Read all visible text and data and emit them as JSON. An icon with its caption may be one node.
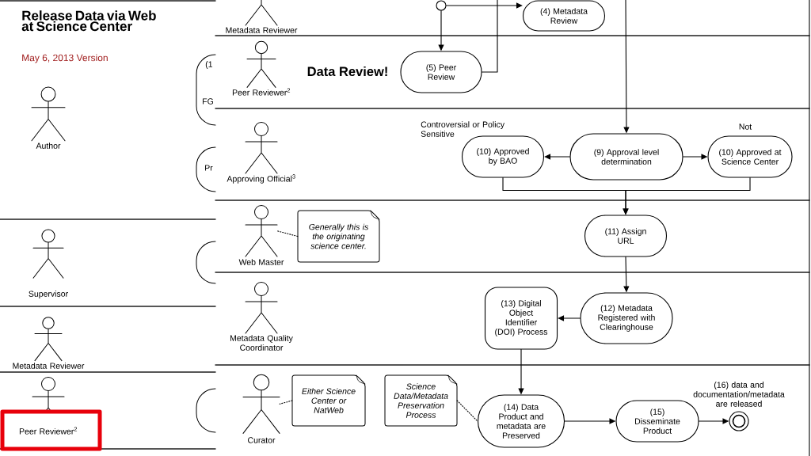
{
  "diagram": {
    "title": "Release Data via Web at Science Center",
    "nodes": [
      {
        "text": [
          "Metadata Reviewer"
        ]
      },
      {
        "text": [],
        "shape": "circle"
      },
      {
        "text": [
          "(4) Metadata Review"
        ]
      },
      {
        "text": [
          "(1",
          "FG"
        ]
      },
      {
        "text": [
          "Peer Reviewer$^{2}$"
        ]
      },
      {
        "text": [
          "(5) Peer Review"
        ]
      },
      {
        "text": [
          "Author"
        ]
      },
      {
        "text": [
          "Pr"
        ]
      },
      {
        "text": [
          "Approving Official$^{3}$"
        ]
      },
      {
        "text": [
          "(10) Approved by BAO"
        ]
      },
      {
        "text": [
          "(9) Approval level determination"
        ]
      },
      {
        "text": [
          "(10) Approved at Science Center"
        ]
      },
      {
        "text": [
          "Web Master"
        ]
      },
      {
        "text": [
          "Generally this is the originating science center."
        ]
      },
      {
        "text": [
          "(11) Assign URL"
        ]
      },
      {
        "text": [],
        "shape": "box"
      },
      {
        "text": [
          "Supervisor"
        ]
      },
      {
        "text": [
          "Metadata Quality Coordinator"
        ]
      },
      {
        "text": [
          "(13) Digital Object Identifier (DOI) Process"
        ]
      },
      {
        "text": [
          "(12) Metadata Registered with Clearinghouse"
        ]
      },
      {
        "text": [
          "Metadata Reviewer"
        ]
      },
      {
        "text": [
          "Peer Reviewer$^{2}$"
        ]
      },
      {
        "text": [],
        "shape": "box"
      },
      {
        "text": [
          "Curator"
        ]
      },
      {
        "text": [
          "Either Science Center or NatWeb"
        ]
      },
      {
        "text": [
          "Science Data/Metadata Preservation Process"
        ]
      },
      {
        "text": [
          "(14) Data Product and metadata are Preserved"
        ]
      },
      {
        "text": [
          "(15) Disseminate Product"
        ]
      },
      {
        "text": [],
        "shape": "circle",
        "beside": [
          "(16) data and documentation/metadata are released"
        ]
      }
    ],
    "edges": [
      {
        "from": 1,
        "to": 2,
        "arrow": "to"
      },
      {
        "from": 1,
        "to": 5,
        "arrow": "to"
      },
      {
        "from": 5,
        "to": null,
        "arrow": "none"
      },
      {
        "from": null,
        "to": 10,
        "arrow": "to"
      },
      {
        "from": 10,
        "to": 9,
        "arrow": "to"
      },
      {
        "from": 10,
        "to": 11,
        "arrow": "to"
      },
      {
        "from": 9,
        "to": 14,
        "arrow": "to"
      },
      {
        "from": 11,
        "to": 14,
        "arrow": "to"
      },
      {
        "from": 14,
        "to": 19,
        "arrow": "to"
      },
      {
        "from": 19,
        "to": 18,
        "arrow": "to"
      },
      {
        "from": 18,
        "to": 26,
        "arrow": "to"
      },
      {
        "from": 26,
        "to": 27,
        "arrow": "to"
      },
      {
        "from": 27,
        "to": 28,
        "arrow": "to"
      },
      {
        "from": 13,
        "to": 12,
        "arrow": "none",
        "style": "dashed"
      },
      {
        "from": 24,
        "to": 23,
        "arrow": "none",
        "style": "dashed"
      },
      {
        "from": 25,
        "to": 26,
        "arrow": "none",
        "style": "dashed"
      }
    ],
    "labels": [
      "May 6, 2013 Version",
      "Data Review!",
      "Controversial or Policy Sensitive",
      "Not"
    ]
  }
}
